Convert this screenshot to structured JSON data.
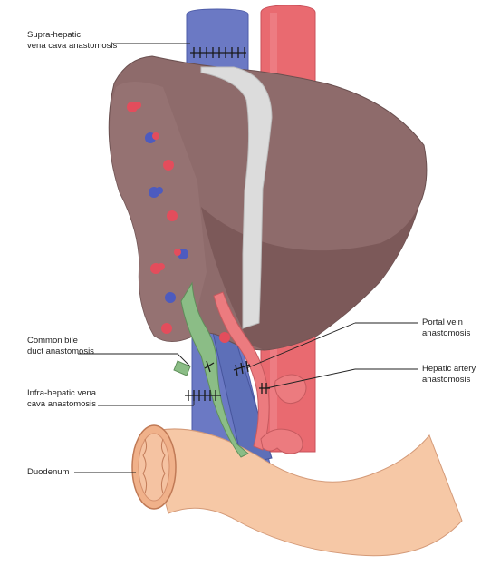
{
  "labels": {
    "supra_hepatic": [
      "Supra-hepatic",
      "vena cava anastomosis"
    ],
    "common_bile": [
      "Common bile",
      "duct anastomosis"
    ],
    "infra_hepatic": [
      "Infra-hepatic vena",
      "cava anastomosis"
    ],
    "duodenum": [
      "Duodenum"
    ],
    "portal_vein": [
      "Portal vein",
      "anastomosis"
    ],
    "hepatic_artery": [
      "Hepatic artery",
      "anastomosis"
    ]
  },
  "colors": {
    "liver": "#8e6b6b",
    "liver_shadow": "#7a5858",
    "vena_cava": "#6b79c4",
    "aorta": "#e96a70",
    "portal_vein": "#5d6fb8",
    "hepatic_artery": "#ec7b7f",
    "bile_duct": "#8bbd86",
    "ligament": "#dcdcdc",
    "duodenum": "#f6c8a6",
    "suture": "#1a1a1a"
  }
}
